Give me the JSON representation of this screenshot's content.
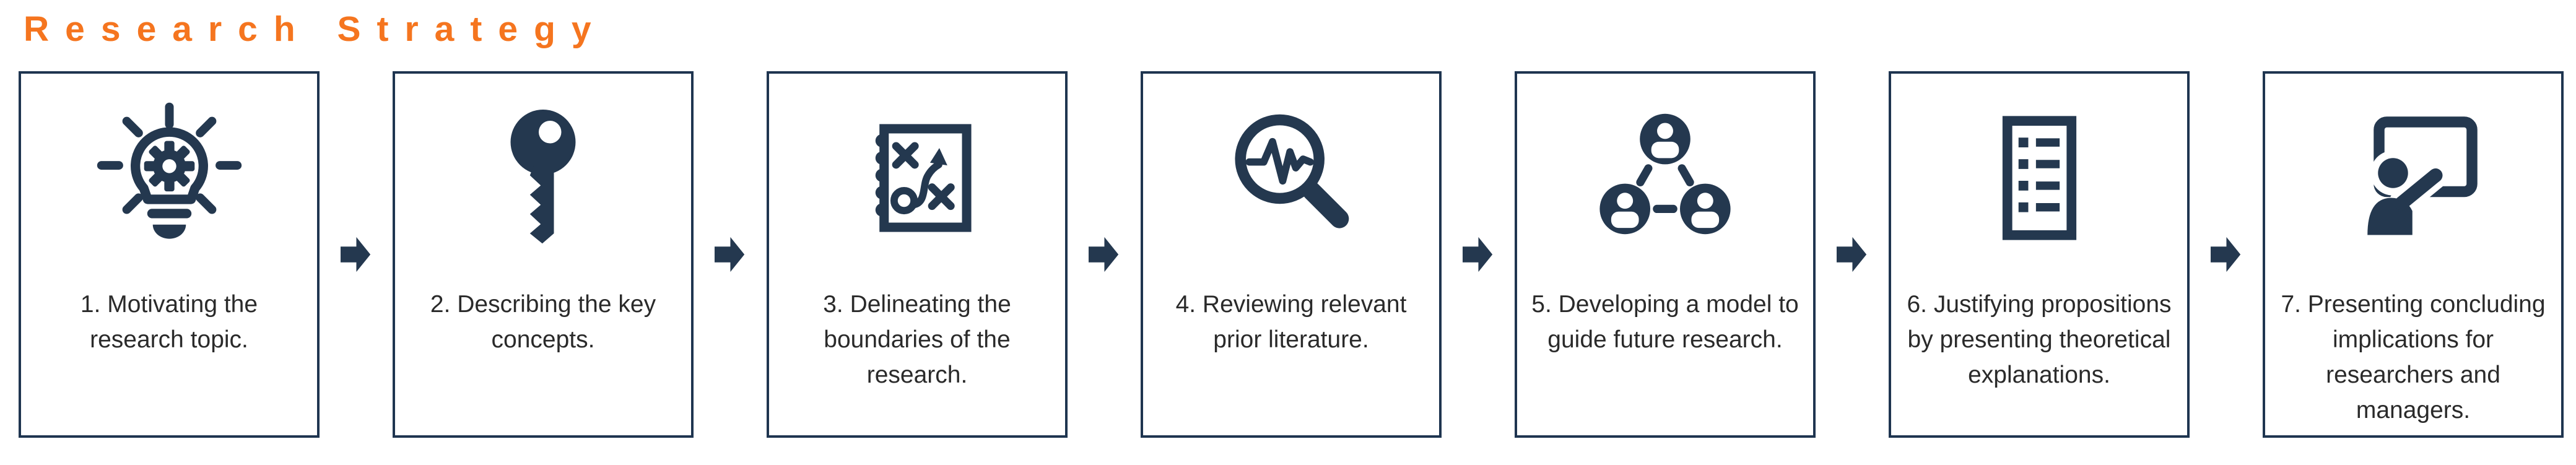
{
  "title": {
    "text": "Research Strategy",
    "color": "#F5751F"
  },
  "theme": {
    "navy": "#24384F",
    "box_border": "#1F3550",
    "text_color": "#2A2A2A",
    "background": "#FFFFFF"
  },
  "arrow": {
    "icon": "right-block-arrow-icon",
    "color": "#24384F"
  },
  "steps": [
    {
      "icon": "lightbulb-gear-icon",
      "label": "1. Motivating the research topic.",
      "lines": [
        "1. Motivating the",
        "research topic."
      ]
    },
    {
      "icon": "key-icon",
      "label": "2. Describing the key concepts.",
      "lines": [
        "2. Describing the key",
        "concepts."
      ]
    },
    {
      "icon": "strategy-plan-icon",
      "label": "3. Delineating the boundaries of the research.",
      "lines": [
        "3. Delineating the",
        "boundaries of the",
        "research."
      ]
    },
    {
      "icon": "magnifier-pulse-icon",
      "label": "4. Reviewing relevant prior literature.",
      "lines": [
        "4. Reviewing relevant",
        "prior literature."
      ]
    },
    {
      "icon": "people-network-icon",
      "label": "5. Developing a model to guide future research.",
      "lines": [
        "5. Developing a model to",
        "guide future research."
      ]
    },
    {
      "icon": "checklist-icon",
      "label": "6. Justifying propositions by presenting theoretical explanations.",
      "lines": [
        "6. Justifying propositions",
        "by presenting theoretical",
        "explanations."
      ]
    },
    {
      "icon": "presentation-icon",
      "label": "7. Presenting concluding implications for researchers and managers.",
      "lines": [
        "7. Presenting concluding",
        "implications for",
        "researchers and",
        "managers."
      ]
    }
  ]
}
